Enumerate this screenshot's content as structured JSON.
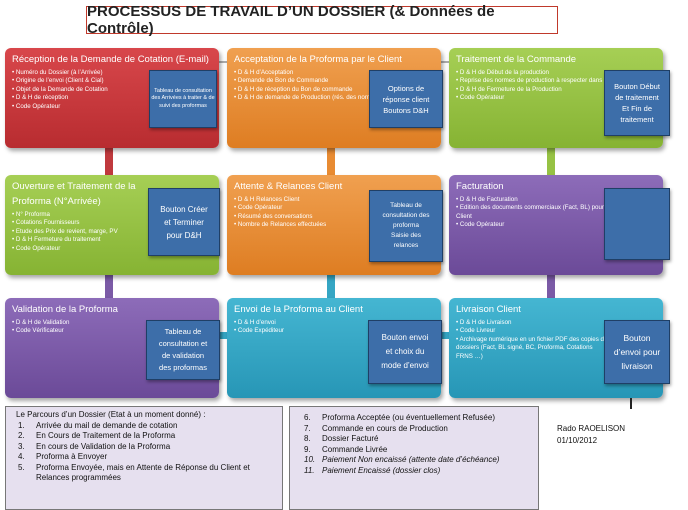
{
  "title": "PROCESSUS DE TRAVAIL D’UN DOSSIER (& Données de Contrôle)",
  "boxes": [
    {
      "title": "Réception de la Demande de Cotation (E-mail)",
      "items": [
        "Numéro du Dossier (à l’Arrivée)",
        "Origine de l’envoi (Client & Cial)",
        "Objet de la Demande de Cotation",
        "D & H de réception",
        "Code Opérateur"
      ],
      "callout": [
        "Tableau de consultation des Arrivées à traiter & de suivi des proformas"
      ]
    },
    {
      "title": "Acceptation de la Proforma par le Client",
      "items": [
        "D & H d’Acceptation",
        "Demande de Bon de Commande",
        "D & H de réception du Bon de commande",
        "D & H de demande de Production (rés. des normes)"
      ],
      "callout": [
        "Options de",
        "réponse client",
        "Boutons D&H"
      ]
    },
    {
      "title": "Traitement de la Commande",
      "items": [
        "D & H de Début de la production",
        "Reprise des normes de production à respecter dans la commande",
        "D & H de Fermeture de la Production",
        "Code Opérateur"
      ],
      "callout": [
        "Bouton Début",
        "de traitement",
        "Et Fin de",
        "traitement"
      ]
    },
    {
      "title": "Ouverture et Traitement de la Proforma (N°Arrivée)",
      "items": [
        "N° Proforma",
        "Cotations Fournisseurs",
        "Etude des Prix de revient, marge, PV",
        "D & H Fermeture du traitement",
        "Code Opérateur"
      ],
      "callout": [
        "Bouton Créer",
        "et Terminer",
        "pour D&H"
      ]
    },
    {
      "title": "Attente & Relances Client",
      "items": [
        "D & H Relances Client",
        "Code Opérateur",
        "Résumé des conversations",
        "Nombre de Relances effectuées"
      ],
      "callout": [
        "Tableau de",
        "consultation des",
        "proforma",
        "Saisie des",
        "relances"
      ]
    },
    {
      "title": "Facturation",
      "items": [
        "D & H de Facturation",
        "Edition des documents commerciaux (Fact, BL) pour le Client",
        "Code Opérateur"
      ],
      "callout": []
    },
    {
      "title": "Validation de la Proforma",
      "items": [
        "D & H de Validation",
        "Code Vérificateur"
      ],
      "callout": [
        "Tableau de",
        "consultation et",
        "de validation",
        "des proformas"
      ]
    },
    {
      "title": "Envoi de la Proforma au Client",
      "items": [
        "D & H d’envoi",
        "Code Expéditeur"
      ],
      "callout": [
        "Bouton envoi",
        "et choix du",
        "mode d’envoi"
      ]
    },
    {
      "title": "Livraison Client",
      "items": [
        "D & H de Livraison",
        "Code Livreur",
        "Archivage numérique en un fichier PDF des copies des dossiers (Fact, BL signé, BC, Proforma, Cotations FRNS …)"
      ],
      "callout": [
        "Bouton",
        "d’envoi pour",
        "livraison"
      ]
    }
  ],
  "legend": {
    "heading": "Le Parcours d’un Dossier (Etat à un moment donné) :",
    "left": [
      {
        "n": "1.",
        "t": "Arrivée du mail de demande de cotation"
      },
      {
        "n": "2.",
        "t": "En Cours de Traitement de la Proforma"
      },
      {
        "n": "3.",
        "t": "En cours de Validation de la Proforma"
      },
      {
        "n": "4.",
        "t": "Proforma à Envoyer"
      },
      {
        "n": "5.",
        "t": "Proforma Envoyée, mais en Attente de Réponse du Client et Relances programmées"
      }
    ],
    "right": [
      {
        "n": "6.",
        "t": "Proforma Acceptée (ou éventuellement Refusée)"
      },
      {
        "n": "7.",
        "t": "Commande en cours de Production"
      },
      {
        "n": "8.",
        "t": "Dossier Facturé"
      },
      {
        "n": "9.",
        "t": "Commande Livrée"
      },
      {
        "n": "10.",
        "t": "Paiement Non encaissé (attente date d’échéance)"
      },
      {
        "n": "11.",
        "t": "Paiement Encaissé (dossier clos)"
      }
    ]
  },
  "author": {
    "name": "Rado RAOELISON",
    "date": "01/10/2012"
  },
  "colors": {
    "red": "#c0393d",
    "orange": "#e88b32",
    "green": "#96c244",
    "purple": "#7b5aa6",
    "teal": "#35a6c4",
    "callout": "#3d6ea9",
    "legend_bg": "#e6e0ef"
  }
}
